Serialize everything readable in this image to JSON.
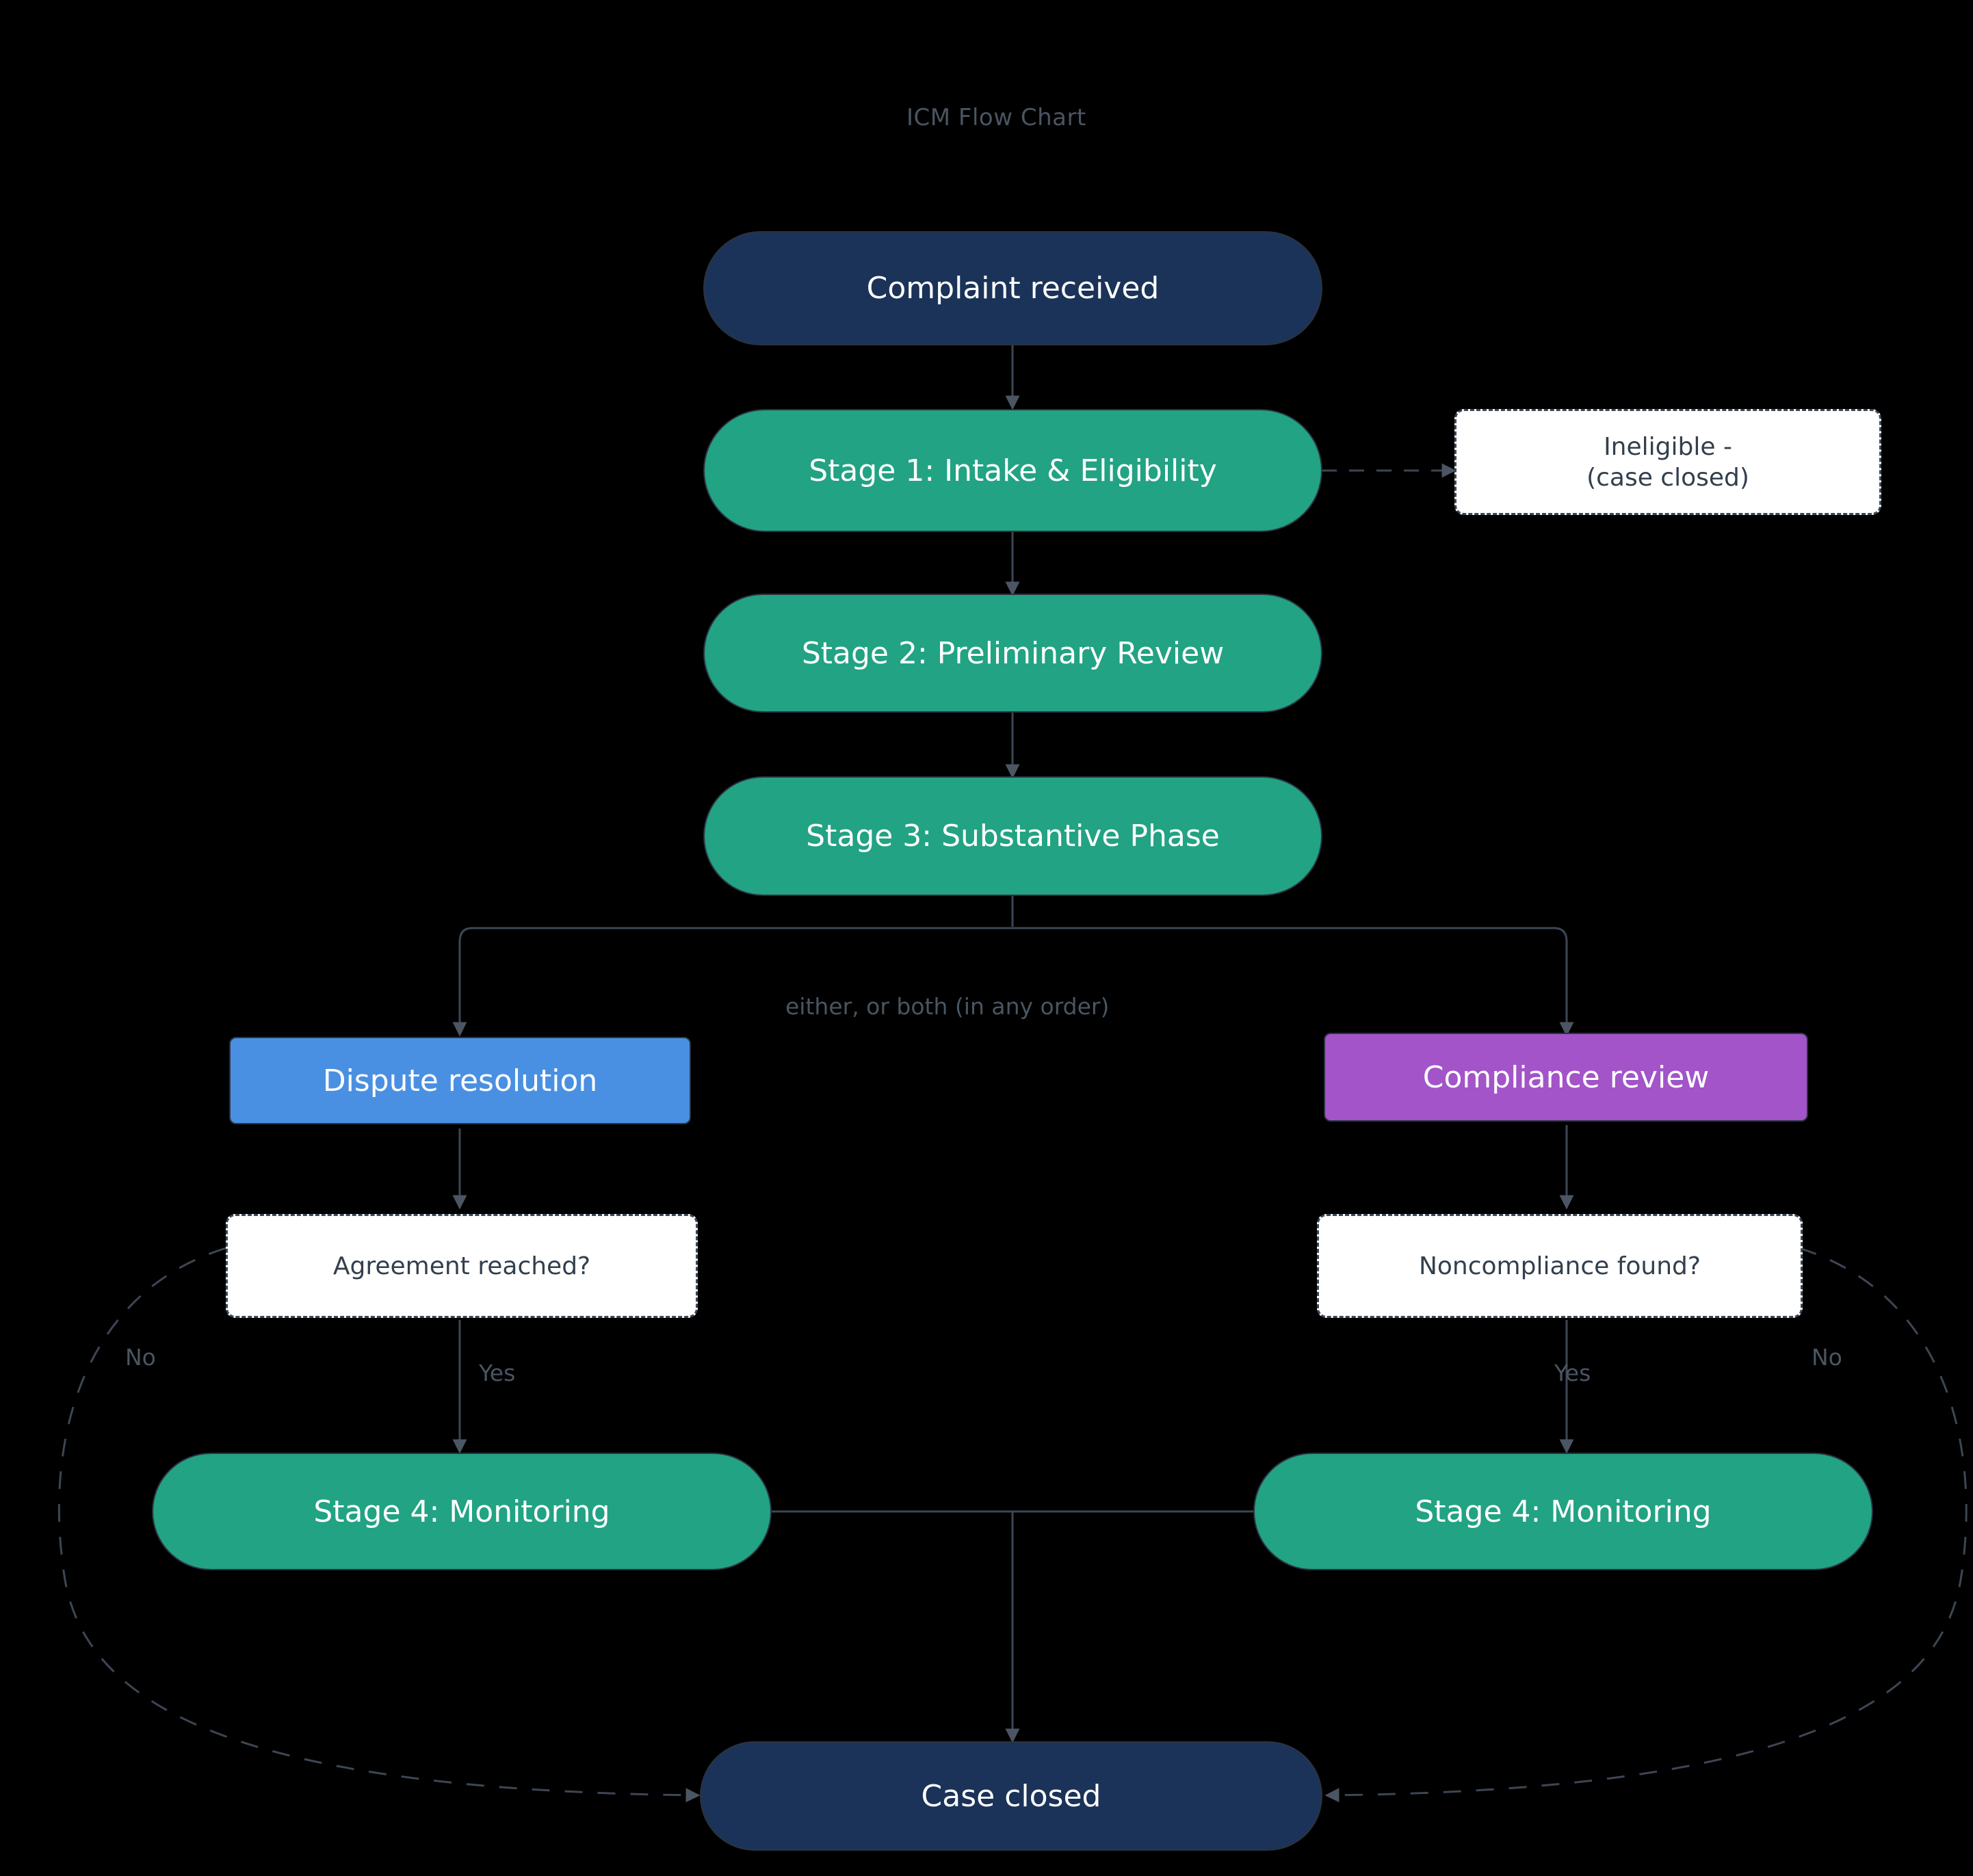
{
  "diagram": {
    "title": "ICM Flow Chart",
    "background": "#000000",
    "colors": {
      "terminal": "#1b3358",
      "stage": "#22a383",
      "dispute": "#4a90e2",
      "compliance": "#a254c8",
      "decision_fill": "#ffffff",
      "decision_text": "#333f4d",
      "edge": "#3d4654",
      "muted_text": "#4a5562",
      "node_text": "#ffffff"
    }
  },
  "nodes": {
    "complaint_received": {
      "label": "Complaint received",
      "shape": "stadium",
      "color": "#1b3358"
    },
    "stage1": {
      "label": "Stage 1: Intake & Eligibility",
      "shape": "stadium",
      "color": "#22a383"
    },
    "ineligible": {
      "label": "Ineligible -\n(case closed)",
      "shape": "dashed-box",
      "color": "#ffffff"
    },
    "stage2": {
      "label": "Stage 2: Preliminary Review",
      "shape": "stadium",
      "color": "#22a383"
    },
    "stage3": {
      "label": "Stage 3: Substantive Phase",
      "shape": "stadium",
      "color": "#22a383"
    },
    "dispute_resolution": {
      "label": "Dispute resolution",
      "shape": "rect",
      "color": "#4a90e2"
    },
    "compliance_review": {
      "label": "Compliance review",
      "shape": "rect",
      "color": "#a254c8"
    },
    "agreement_reached": {
      "label": "Agreement reached?",
      "shape": "dashed-box",
      "color": "#ffffff"
    },
    "noncompliance_found": {
      "label": "Noncompliance found?",
      "shape": "dashed-box",
      "color": "#ffffff"
    },
    "stage4_left": {
      "label": "Stage 4: Monitoring",
      "shape": "stadium",
      "color": "#22a383"
    },
    "stage4_right": {
      "label": "Stage 4: Monitoring",
      "shape": "stadium",
      "color": "#22a383"
    },
    "case_closed": {
      "label": "Case closed",
      "shape": "stadium",
      "color": "#1b3358"
    }
  },
  "edge_labels": {
    "branch_split": "either, or both (in any order)",
    "left_no": "No",
    "left_yes": "Yes",
    "right_yes": "Yes",
    "right_no": "No"
  },
  "edges": [
    {
      "from": "complaint_received",
      "to": "stage1",
      "style": "solid",
      "label": ""
    },
    {
      "from": "stage1",
      "to": "ineligible",
      "style": "dashed",
      "label": ""
    },
    {
      "from": "stage1",
      "to": "stage2",
      "style": "solid",
      "label": ""
    },
    {
      "from": "stage2",
      "to": "stage3",
      "style": "solid",
      "label": ""
    },
    {
      "from": "stage3",
      "to": "dispute_resolution",
      "style": "solid",
      "label": "either, or both (in any order)"
    },
    {
      "from": "stage3",
      "to": "compliance_review",
      "style": "solid",
      "label": "either, or both (in any order)"
    },
    {
      "from": "dispute_resolution",
      "to": "agreement_reached",
      "style": "solid",
      "label": ""
    },
    {
      "from": "compliance_review",
      "to": "noncompliance_found",
      "style": "solid",
      "label": ""
    },
    {
      "from": "agreement_reached",
      "to": "stage4_left",
      "style": "solid",
      "label": "Yes"
    },
    {
      "from": "agreement_reached",
      "to": "case_closed",
      "style": "dashed",
      "label": "No"
    },
    {
      "from": "noncompliance_found",
      "to": "stage4_right",
      "style": "solid",
      "label": "Yes"
    },
    {
      "from": "noncompliance_found",
      "to": "case_closed",
      "style": "dashed",
      "label": "No"
    },
    {
      "from": "stage4_left",
      "to": "case_closed",
      "style": "solid",
      "label": ""
    },
    {
      "from": "stage4_right",
      "to": "case_closed",
      "style": "solid",
      "label": ""
    }
  ]
}
